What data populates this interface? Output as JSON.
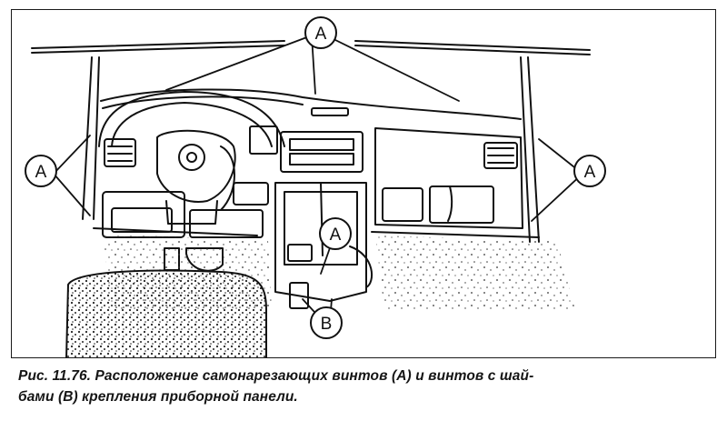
{
  "figure": {
    "callouts": [
      {
        "id": "top",
        "label": "A"
      },
      {
        "id": "left",
        "label": "A"
      },
      {
        "id": "right",
        "label": "A"
      },
      {
        "id": "center",
        "label": "A"
      },
      {
        "id": "bottom",
        "label": "B"
      }
    ]
  },
  "caption": {
    "line1": "Рис. 11.76. Расположение самонарезающих винтов (А) и винтов с шай-",
    "line2": "бами (В) крепления приборной панели."
  },
  "colors": {
    "ink": "#111111",
    "paper": "#ffffff"
  }
}
